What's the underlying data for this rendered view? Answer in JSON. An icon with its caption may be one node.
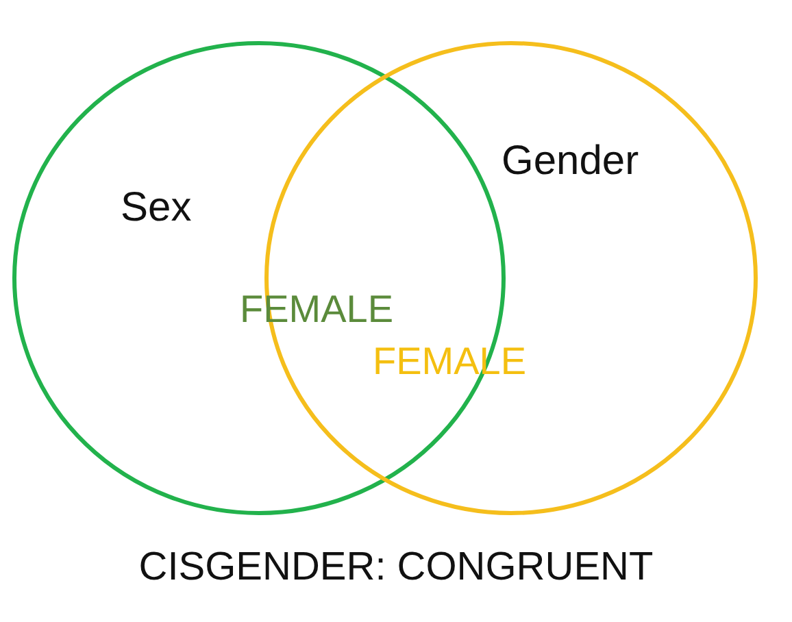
{
  "diagram": {
    "caption": "CISGENDER: CONGRUENT",
    "nodes": [
      {
        "text": [
          "Sex",
          "FEMALE"
        ]
      },
      {
        "text": [
          "Gender",
          "FEMALE"
        ]
      }
    ]
  }
}
